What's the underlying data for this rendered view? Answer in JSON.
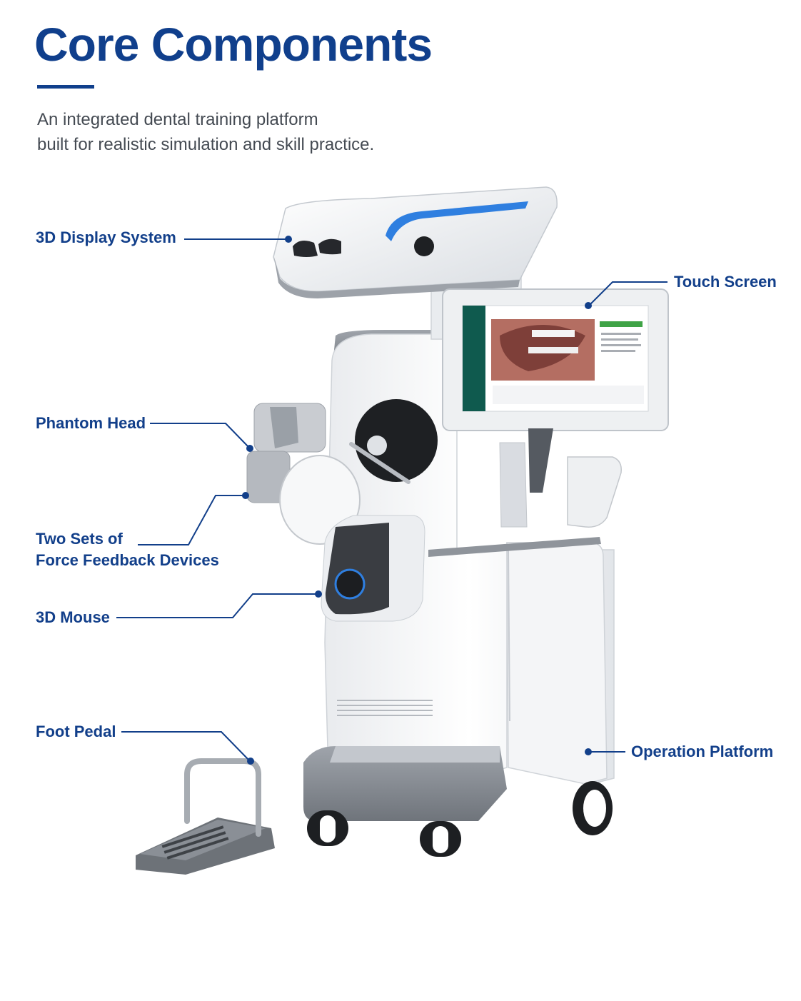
{
  "header": {
    "title": "Core Components",
    "subtitle_lines": [
      "An integrated dental training platform",
      "built for realistic simulation and skill practice."
    ]
  },
  "components": {
    "display": "3D Display System",
    "touch_screen": "Touch Screen",
    "phantom_head": "Phantom Head",
    "force_feedback_lines": [
      "Two Sets of",
      "Force Feedback Devices"
    ],
    "mouse": "3D Mouse",
    "foot_pedal": "Foot Pedal",
    "platform": "Operation Platform"
  },
  "colors": {
    "brand": "#103f8c",
    "accent": "#2f7fe0",
    "leader": "#123f8a"
  }
}
